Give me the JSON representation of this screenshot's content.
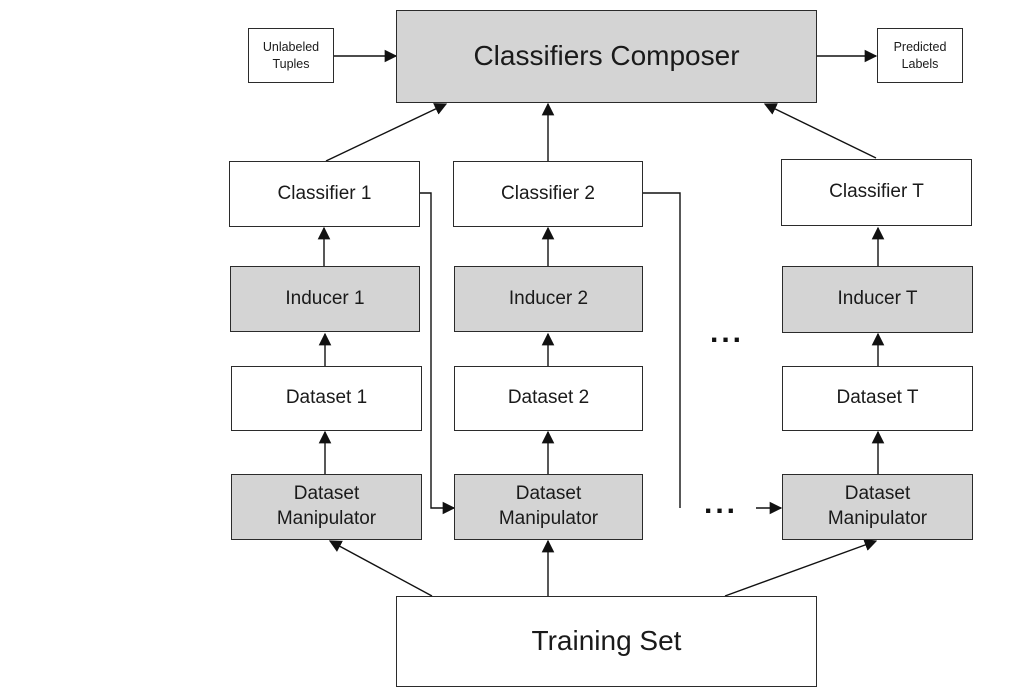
{
  "nodes": {
    "unlabeled_tuples": "Unlabeled\nTuples",
    "classifiers_composer": "Classifiers Composer",
    "predicted_labels": "Predicted\nLabels",
    "classifier_1": "Classifier 1",
    "classifier_2": "Classifier 2",
    "classifier_t": "Classifier T",
    "inducer_1": "Inducer 1",
    "inducer_2": "Inducer 2",
    "inducer_t": "Inducer T",
    "dataset_1": "Dataset 1",
    "dataset_2": "Dataset 2",
    "dataset_t": "Dataset T",
    "manipulator_1": "Dataset\nManipulator",
    "manipulator_2": "Dataset\nManipulator",
    "manipulator_t": "Dataset\nManipulator",
    "training_set": "Training Set"
  },
  "ellipses": [
    "...",
    "..."
  ]
}
